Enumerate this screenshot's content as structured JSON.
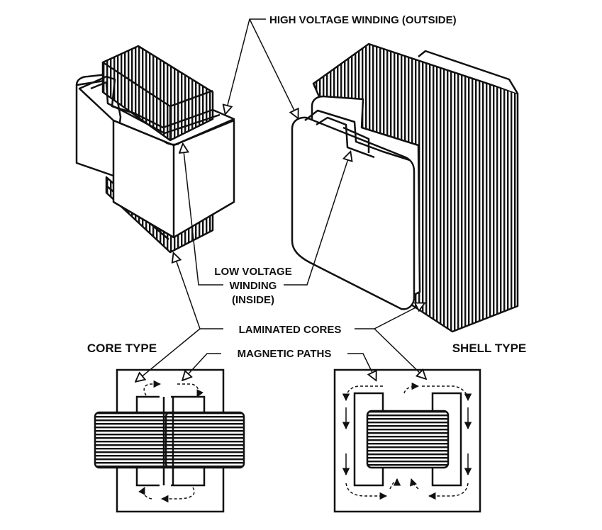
{
  "labels": {
    "high_voltage": "HIGH VOLTAGE WINDING (OUTSIDE)",
    "low_voltage_1": "LOW VOLTAGE",
    "low_voltage_2": "WINDING",
    "low_voltage_3": "(INSIDE)",
    "laminated_cores": "LAMINATED CORES",
    "core_type": "CORE TYPE",
    "shell_type": "SHELL TYPE",
    "magnetic_paths": "MAGNETIC PATHS"
  },
  "colors": {
    "ink": "#111111",
    "paper": "#ffffff",
    "shade": "#f2f2f2"
  }
}
